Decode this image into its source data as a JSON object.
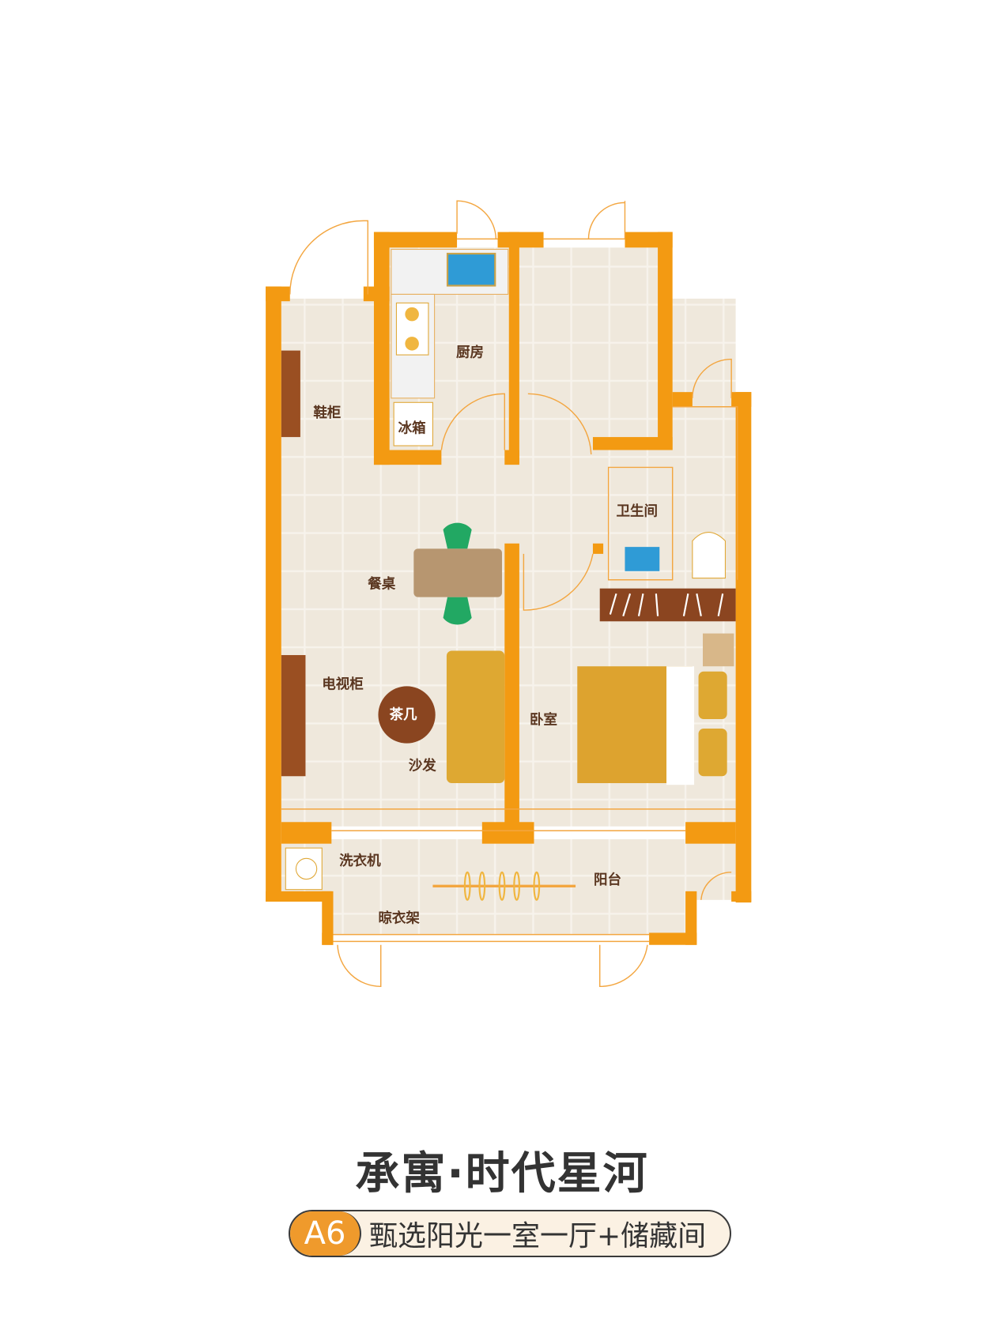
{
  "rooms": {
    "kitchen": "厨房",
    "fridge": "冰箱",
    "shoe_cabinet": "鞋柜",
    "bathroom": "卫生间",
    "dining_table": "餐桌",
    "tv_cabinet": "电视柜",
    "coffee_table": "茶几",
    "sofa": "沙发",
    "bedroom": "卧室",
    "washing_machine": "洗衣机",
    "balcony": "阳台",
    "drying_rack": "晾衣架"
  },
  "colors": {
    "wall": "#f39a12",
    "floor": "#efe8dc",
    "accent": "#ef9a2c"
  },
  "footer": {
    "title": "承寓·时代星河",
    "unit_code": "A6",
    "unit_desc": "甄选阳光一室一厅+储藏间"
  }
}
